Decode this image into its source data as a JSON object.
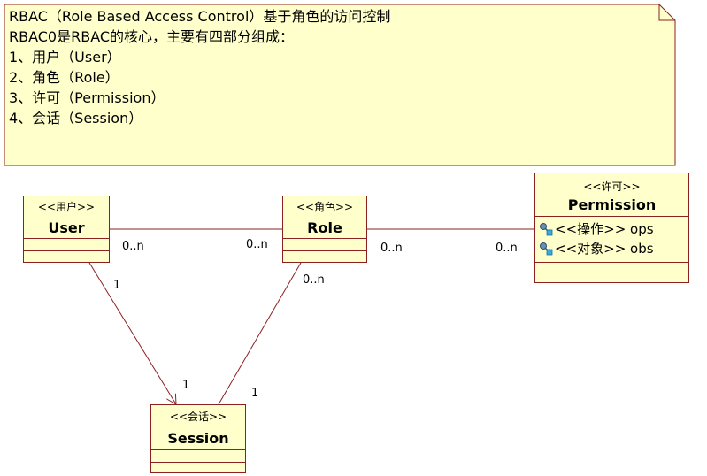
{
  "note": {
    "lines": [
      "RBAC（Role Based Access Control）基于角色的访问控制",
      "RBAC0是RBAC的核心，主要有四部分组成：",
      "1、用户（User）",
      "2、角色（Role）",
      "3、许可（Permission）",
      "4、会话（Session）"
    ]
  },
  "classes": {
    "user": {
      "stereotype": "<<用户>>",
      "name": "User"
    },
    "role": {
      "stereotype": "<<角色>>",
      "name": "Role"
    },
    "permission": {
      "stereotype": "<<许可>>",
      "name": "Permission",
      "attributes": [
        "<<操作>> ops",
        "<<对象>> obs"
      ]
    },
    "session": {
      "stereotype": "<<会话>>",
      "name": "Session"
    }
  },
  "associations": {
    "user_role": {
      "user_end": "0..n",
      "role_end": "0..n"
    },
    "role_permission": {
      "role_end": "0..n",
      "permission_end": "0..n"
    },
    "user_session": {
      "user_end": "1",
      "session_end": "1"
    },
    "role_session": {
      "role_end": "0..n",
      "session_end": "1"
    }
  },
  "colors": {
    "note_fill": "#ffffcc",
    "class_fill": "#ffffcc",
    "border": "#8b2020",
    "icon": "key-attribute-icon"
  }
}
